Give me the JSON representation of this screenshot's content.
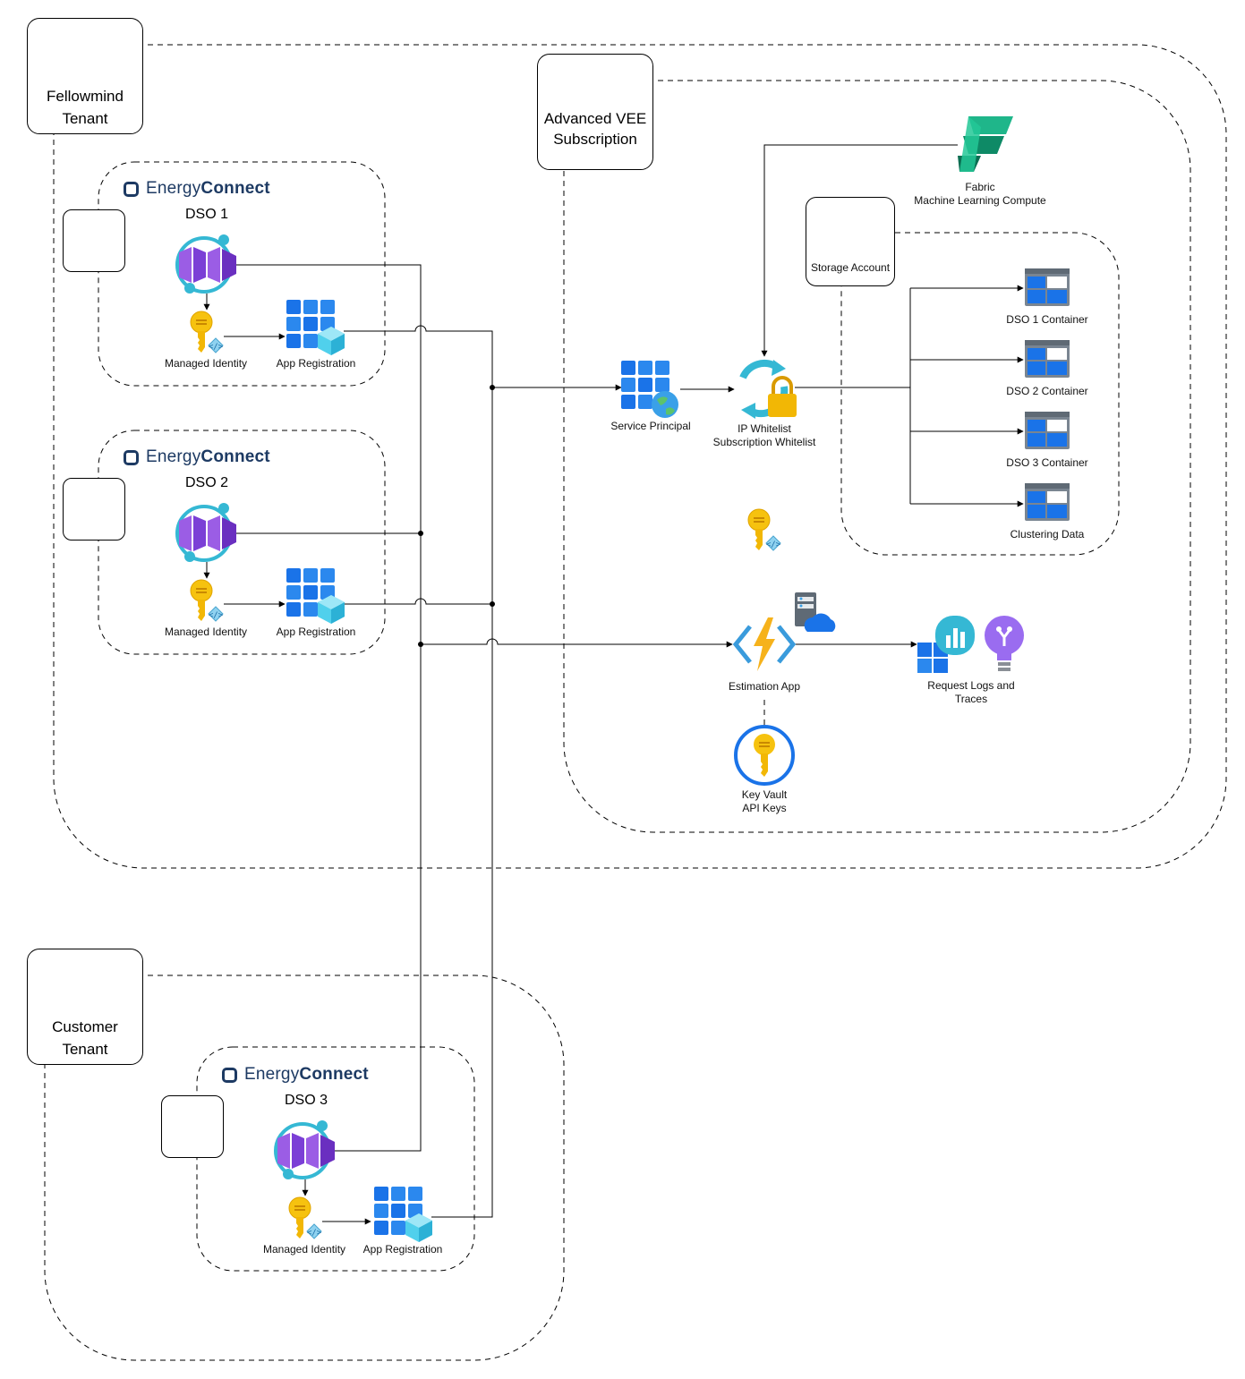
{
  "tenants": {
    "fellowmind": {
      "line1": "Fellowmind",
      "line2": "Tenant"
    },
    "customer": {
      "line1": "Customer",
      "line2": "Tenant"
    }
  },
  "subscription": {
    "line1": "Advanced VEE",
    "line2": "Subscription"
  },
  "energyconnect": {
    "light": "Energy",
    "bold": "Connect"
  },
  "dso_groups": [
    {
      "title": "DSO 1",
      "managed_identity": "Managed Identity",
      "app_registration": "App Registration"
    },
    {
      "title": "DSO 2",
      "managed_identity": "Managed Identity",
      "app_registration": "App Registration"
    },
    {
      "title": "DSO 3",
      "managed_identity": "Managed Identity",
      "app_registration": "App Registration"
    }
  ],
  "services": {
    "fabric": {
      "line1": "Fabric",
      "line2": "Machine Learning Compute"
    },
    "storage_account": "Storage Account",
    "service_principal": "Service Principal",
    "ip_whitelist": {
      "line1": "IP Whitelist",
      "line2": "Subscription Whitelist"
    },
    "estimation_app": "Estimation App",
    "request_logs": {
      "line1": "Request Logs and",
      "line2": "Traces"
    },
    "key_vault": {
      "line1": "Key Vault",
      "line2": "API Keys"
    }
  },
  "containers": [
    "DSO 1 Container",
    "DSO 2 Container",
    "DSO 3 Container",
    "Clustering Data"
  ],
  "colors": {
    "key_gold": "#f2b705",
    "azure_blue": "#0f78d4",
    "event_purple": "#7b3fd6",
    "cyan": "#35b8d4",
    "navy": "#1d3a63",
    "storage_teal": "#2bb09a",
    "fabric_green": "#1a9a6b",
    "insights_purple": "#8c5be8"
  },
  "icons": [
    "entra-id-icon",
    "subscription-key-icon",
    "event-hub-icon",
    "managed-identity-icon",
    "app-registration-icon",
    "service-principal-icon",
    "ip-whitelist-icon",
    "fabric-icon",
    "storage-account-icon",
    "container-icon",
    "function-app-icon",
    "app-service-plan-icon",
    "log-analytics-icon",
    "app-insights-icon",
    "key-vault-icon"
  ]
}
